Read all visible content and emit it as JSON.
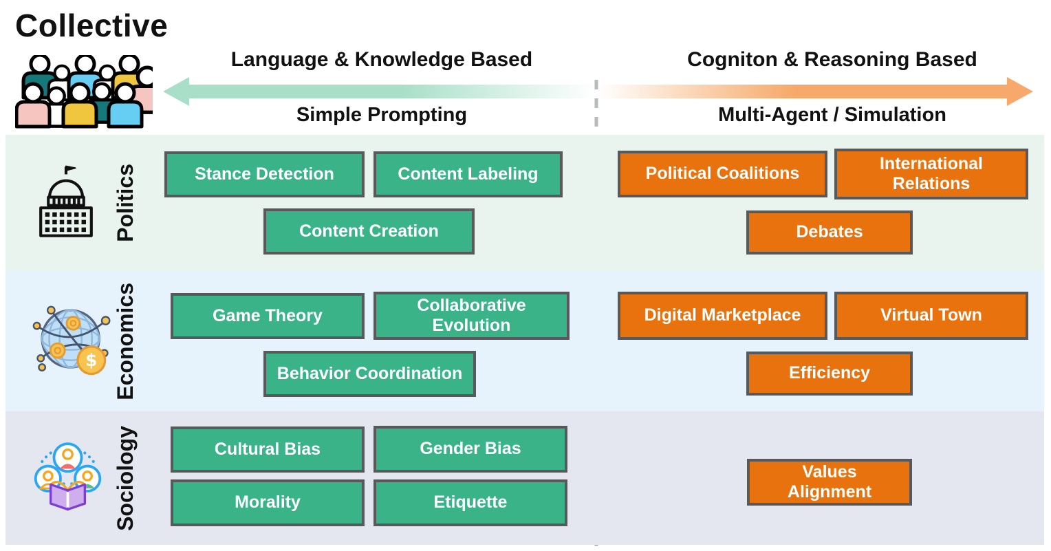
{
  "title": "Collective",
  "header": {
    "left_top": "Language & Knowledge Based",
    "left_bottom": "Simple Prompting",
    "right_top": "Cogniton & Reasoning Based",
    "right_bottom": "Multi-Agent / Simulation"
  },
  "icons": {
    "collective": "crowd-icon",
    "politics": "capitol-building-icon",
    "economics": "globe-network-money-icon",
    "sociology": "people-reading-book-icon"
  },
  "colors": {
    "green_box": "#3ab389",
    "orange_box": "#e8720e",
    "box_border": "#58595b",
    "arrow_teal": "#a9dfc9",
    "arrow_orange": "#f6a96a",
    "divider_gray": "#b6bbb9",
    "politics_bg": "#e9f4ef",
    "economics_bg": "#e6f2fc",
    "sociology_bg": "#e5e7f0"
  },
  "rows": [
    {
      "label": "Politics",
      "left_boxes": [
        "Stance Detection",
        "Content Labeling",
        "Content Creation"
      ],
      "right_boxes": [
        "Political Coalitions",
        "International Relations",
        "Debates"
      ]
    },
    {
      "label": "Economics",
      "left_boxes": [
        "Game Theory",
        "Collaborative Evolution",
        "Behavior Coordination"
      ],
      "right_boxes": [
        "Digital Marketplace",
        "Virtual Town",
        "Efficiency"
      ]
    },
    {
      "label": "Sociology",
      "left_boxes": [
        "Cultural Bias",
        "Gender Bias",
        "Morality",
        "Etiquette"
      ],
      "right_boxes": [
        "Values Alignment"
      ]
    }
  ]
}
